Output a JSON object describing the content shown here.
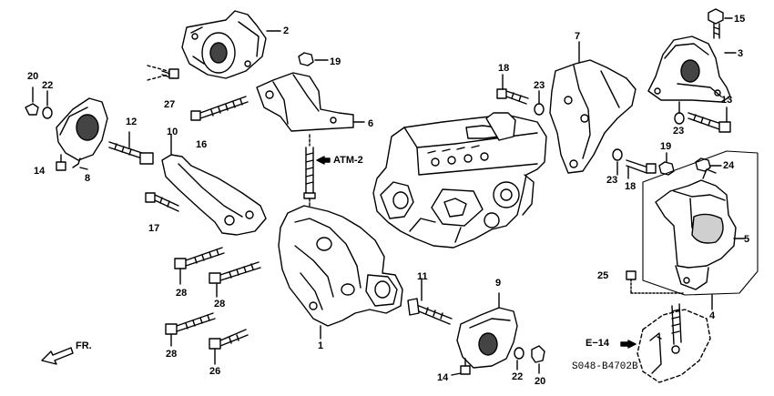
{
  "parts": {
    "p1": "1",
    "p2": "2",
    "p3": "3",
    "p4": "4",
    "p5": "5",
    "p6": "6",
    "p7": "7",
    "p8": "8",
    "p9": "9",
    "p10": "10",
    "p11": "11",
    "p12": "12",
    "p13": "13",
    "p14a": "14",
    "p14b": "14",
    "p15": "15",
    "p16": "16",
    "p17": "17",
    "p18a": "18",
    "p18b": "18",
    "p19a": "19",
    "p19b": "19",
    "p20a": "20",
    "p20b": "20",
    "p22a": "22",
    "p22b": "22",
    "p23a": "23",
    "p23b": "23",
    "p23c": "23",
    "p24": "24",
    "p25": "25",
    "p26": "26",
    "p27": "27",
    "p28a": "28",
    "p28b": "28",
    "p28c": "28"
  },
  "references": {
    "atm": "ATM-2",
    "e14": "E−14",
    "fr": "FR."
  },
  "diagram_code": "S048-B4702B",
  "colors": {
    "ink": "#000000",
    "paper": "#ffffff"
  }
}
